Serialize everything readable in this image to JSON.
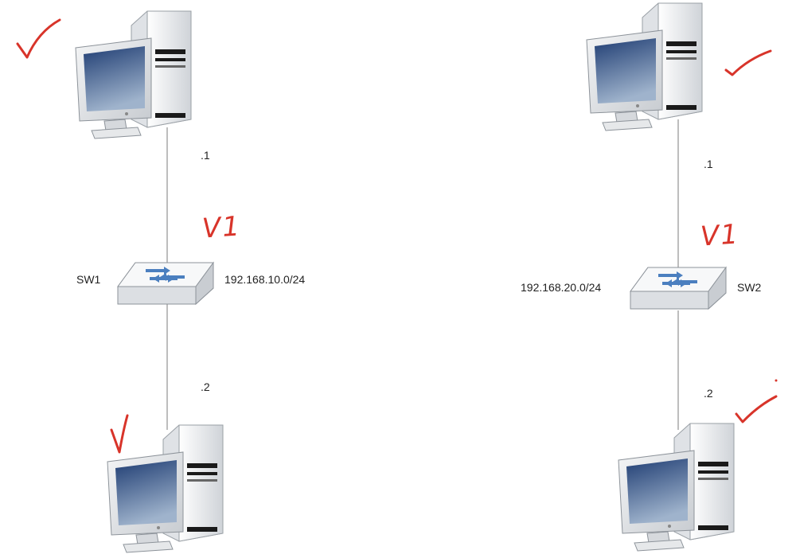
{
  "left": {
    "switch_name": "SW1",
    "subnet": "192.168.10.0/24",
    "top_host": ".1",
    "bottom_host": ".2",
    "vlan": "V1"
  },
  "right": {
    "switch_name": "SW2",
    "subnet": "192.168.20.0/24",
    "top_host": ".1",
    "bottom_host": ".2",
    "vlan": "V1"
  },
  "colors": {
    "annotation": "#d8342a",
    "link": "#9a9a9a"
  },
  "icons": [
    "computer-icon",
    "switch-icon",
    "checkmark-annotation"
  ]
}
